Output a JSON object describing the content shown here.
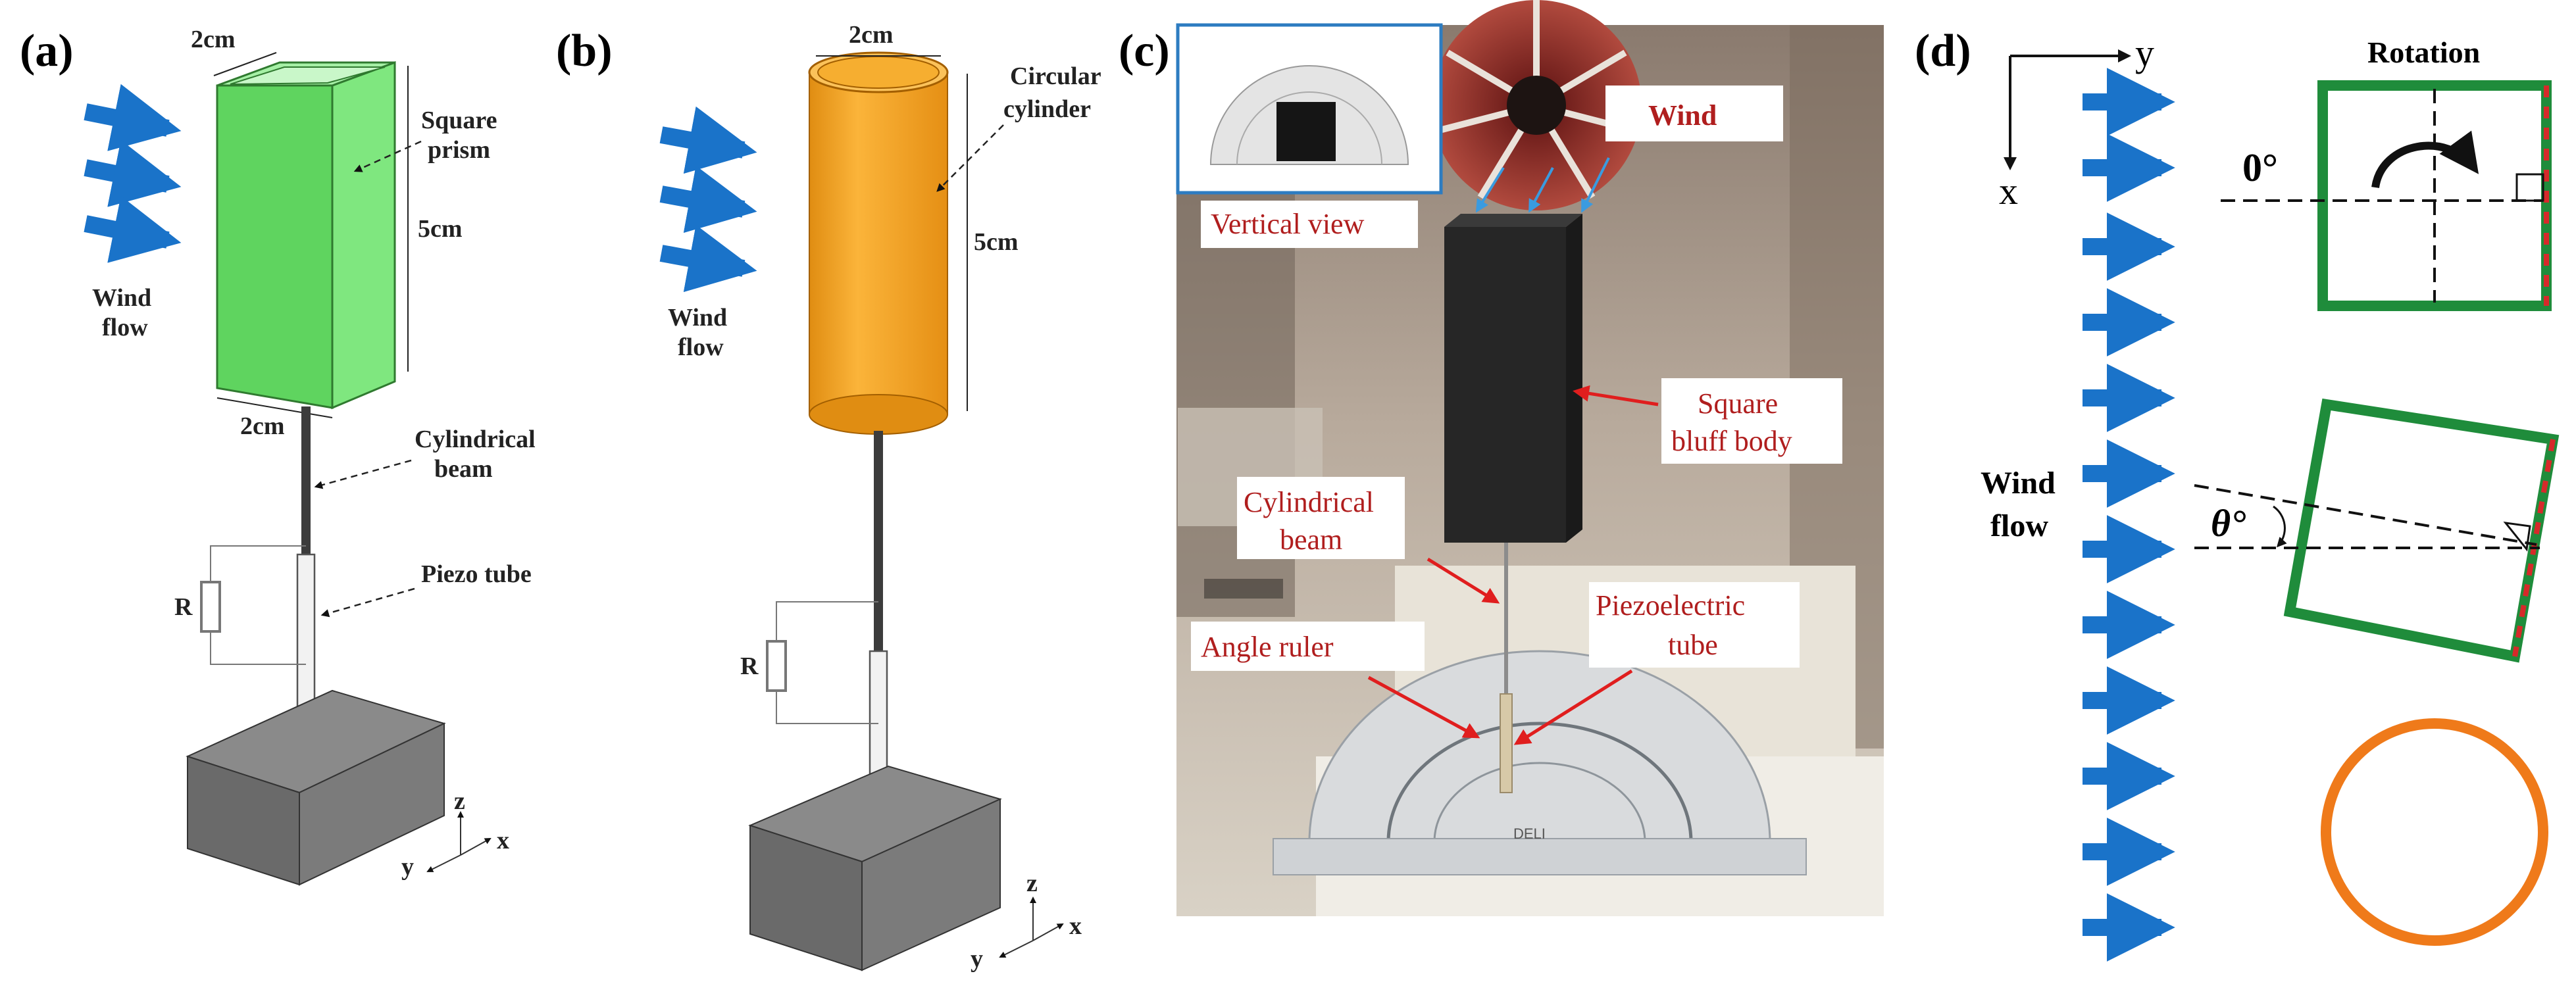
{
  "panels": {
    "a": {
      "label": "(a)",
      "dim_top": "2cm",
      "dim_side": "5cm",
      "dim_bottom": "2cm",
      "shape_label": [
        "Square",
        "prism"
      ],
      "beam_label": [
        "Cylindrical",
        "beam"
      ],
      "piezo_label": "Piezo tube",
      "wind_label": [
        "Wind",
        "flow"
      ],
      "resistor": "R",
      "axes": {
        "z": "z",
        "x": "x",
        "y": "y"
      },
      "prism_color": "#6ee26e"
    },
    "b": {
      "label": "(b)",
      "dim_top": "2cm",
      "dim_side": "5cm",
      "shape_label": [
        "Circular",
        "cylinder"
      ],
      "wind_label": [
        "Wind",
        "flow"
      ],
      "resistor": "R",
      "axes": {
        "z": "z",
        "x": "x",
        "y": "y"
      },
      "cylinder_color": "#f6a824"
    },
    "c": {
      "label": "(c)",
      "inset_label": "Vertical view",
      "wind": "Wind",
      "bluff_body": [
        "Square",
        "bluff body"
      ],
      "beam": [
        "Cylindrical",
        "beam"
      ],
      "piezo": [
        "Piezoelectric",
        "tube"
      ],
      "ruler": "Angle ruler",
      "ruler_brand": "DELI"
    },
    "d": {
      "label": "(d)",
      "axis_y": "y",
      "axis_x": "x",
      "rotation": "Rotation",
      "zero_angle": "0°",
      "theta_angle": "θ°",
      "wind_label": [
        "Wind",
        "flow"
      ],
      "arrow_color": "#1a73c9",
      "square_color": "#1f8c3b",
      "edge_color": "#d62a2a",
      "circle_color": "#ef7a1a"
    }
  }
}
